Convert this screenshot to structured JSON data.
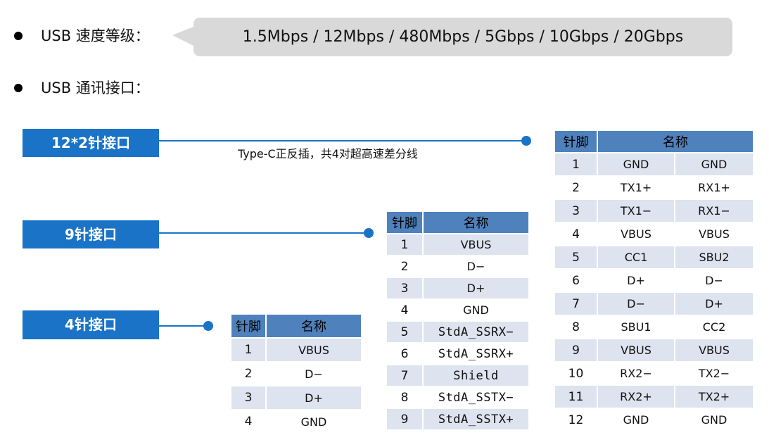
{
  "bullets": [
    {
      "text": "USB 速度等级："
    },
    {
      "text": "USB 通讯接口："
    }
  ],
  "speeds": "1.5Mbps / 12Mbps / 480Mbps / 5Gbps / 10Gbps / 20Gbps",
  "labels": {
    "pin24": "12*2针接口",
    "pin9": "9针接口",
    "pin4": "4针接口"
  },
  "note": "Type-C正反插，共4对超高速差分线",
  "colors": {
    "accent": "#1a73c6",
    "header": "#4f81bd",
    "row_alt": "#dde3ef",
    "bubble": "#d9d9d9"
  },
  "table4": {
    "headers": [
      "针脚",
      "名称"
    ],
    "rows": [
      [
        "1",
        "VBUS"
      ],
      [
        "2",
        "D−"
      ],
      [
        "3",
        "D+"
      ],
      [
        "4",
        "GND"
      ]
    ]
  },
  "table9": {
    "headers": [
      "针脚",
      "名称"
    ],
    "rows": [
      [
        "1",
        "VBUS"
      ],
      [
        "2",
        "D−"
      ],
      [
        "3",
        "D+"
      ],
      [
        "4",
        "GND"
      ],
      [
        "5",
        "StdA_SSRX−"
      ],
      [
        "6",
        "StdA_SSRX+"
      ],
      [
        "7",
        "Shield"
      ],
      [
        "8",
        "StdA_SSTX−"
      ],
      [
        "9",
        "StdA_SSTX+"
      ]
    ]
  },
  "table24": {
    "headers": [
      "针脚",
      "名称"
    ],
    "rows": [
      [
        "1",
        "GND",
        "GND"
      ],
      [
        "2",
        "TX1+",
        "RX1+"
      ],
      [
        "3",
        "TX1−",
        "RX1−"
      ],
      [
        "4",
        "VBUS",
        "VBUS"
      ],
      [
        "5",
        "CC1",
        "SBU2"
      ],
      [
        "6",
        "D+",
        "D−"
      ],
      [
        "7",
        "D−",
        "D+"
      ],
      [
        "8",
        "SBU1",
        "CC2"
      ],
      [
        "9",
        "VBUS",
        "VBUS"
      ],
      [
        "10",
        "RX2−",
        "TX2−"
      ],
      [
        "11",
        "RX2+",
        "TX2+"
      ],
      [
        "12",
        "GND",
        "GND"
      ]
    ]
  }
}
